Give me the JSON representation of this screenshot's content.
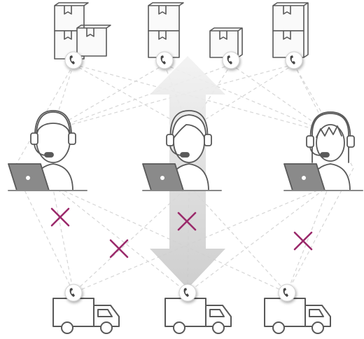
{
  "diagram": {
    "suppliers": [
      {
        "id": "supplier-1",
        "icon": "stacked-boxes-icon",
        "badge": "phone-icon"
      },
      {
        "id": "supplier-2",
        "icon": "stacked-boxes-icon",
        "badge": "phone-icon"
      },
      {
        "id": "supplier-3",
        "icon": "single-box-icon",
        "badge": "phone-icon"
      },
      {
        "id": "supplier-4",
        "icon": "stacked-boxes-icon",
        "badge": "phone-icon"
      }
    ],
    "agents": [
      {
        "id": "agent-1",
        "icon": "call-center-agent-male-icon",
        "device": "laptop-icon"
      },
      {
        "id": "agent-2",
        "icon": "call-center-agent-female-icon",
        "device": "laptop-icon"
      },
      {
        "id": "agent-3",
        "icon": "call-center-agent-female-bangs-icon",
        "device": "laptop-icon"
      }
    ],
    "trucks": [
      {
        "id": "truck-1",
        "icon": "delivery-truck-icon",
        "badge": "phone-icon"
      },
      {
        "id": "truck-2",
        "icon": "delivery-truck-icon",
        "badge": "phone-icon"
      },
      {
        "id": "truck-3",
        "icon": "delivery-truck-icon",
        "badge": "phone-icon"
      }
    ],
    "blocked_links": 4,
    "central_arrow": "double-headed-vertical-arrow-icon",
    "colors": {
      "line_art": "#595959",
      "connector": "#d6d6d6",
      "cross": "#9b2a6b",
      "arrow": "#e3e3e3"
    }
  }
}
